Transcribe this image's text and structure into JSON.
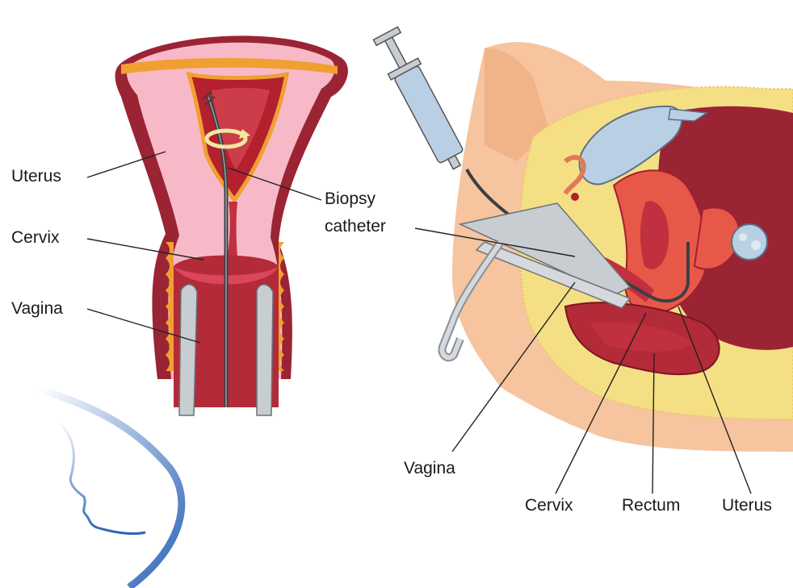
{
  "labels": {
    "left_uterus": "Uterus",
    "left_cervix": "Cervix",
    "left_vagina": "Vagina",
    "biopsy_line1": "Biopsy",
    "biopsy_line2": "catheter",
    "right_vagina": "Vagina",
    "right_cervix": "Cervix",
    "right_rectum": "Rectum",
    "right_uterus": "Uterus"
  },
  "colors": {
    "uterus_wall": "#f7b9c8",
    "uterus_outline": "#8c1f2e",
    "cavity": "#b3202e",
    "endometrium": "#f0a030",
    "skin": "#f6c49f",
    "fat": "#f4df85",
    "instrument": "#c8cdd2",
    "syringe": "#b9cfe3",
    "logo_blue": "#2b63b8"
  },
  "icons": {
    "logo": "face-profile-logo-icon",
    "rotation": "rotation-arrow-icon"
  }
}
